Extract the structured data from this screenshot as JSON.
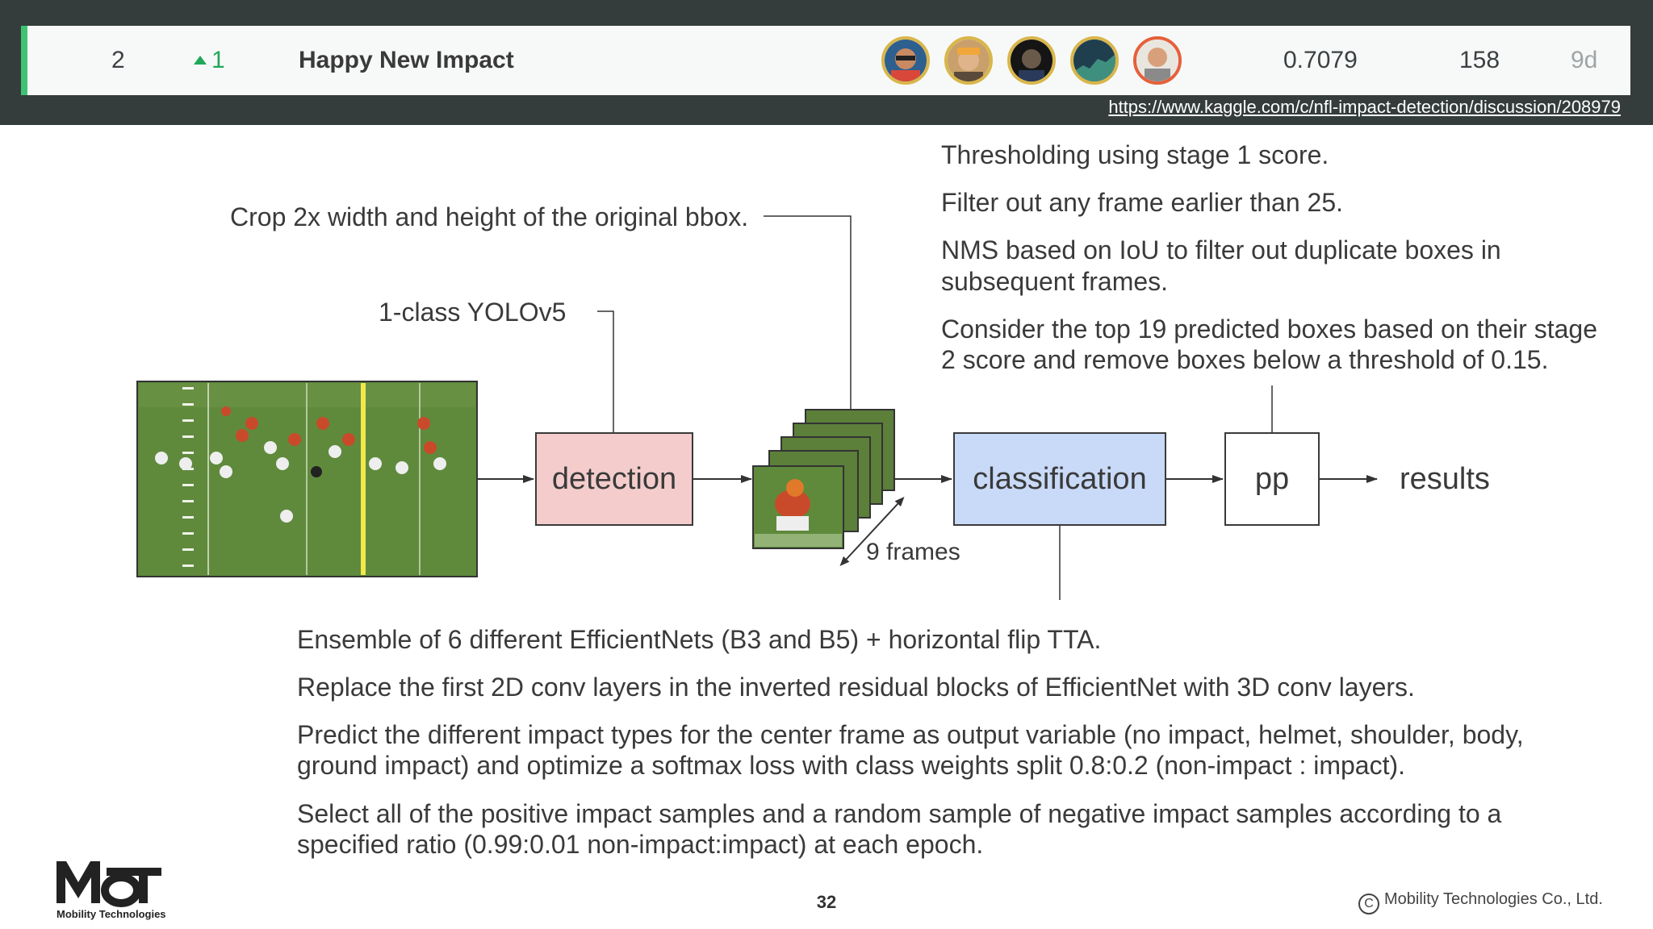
{
  "leaderboard": {
    "rank": "2",
    "change": "1",
    "team": "Happy New Impact",
    "score": "0.7079",
    "entries": "158",
    "last": "9d",
    "members": [
      "avatar-1",
      "avatar-2",
      "avatar-3",
      "avatar-4",
      "avatar-5"
    ]
  },
  "link": "https://www.kaggle.com/c/nfl-impact-detection/discussion/208979",
  "diagram": {
    "crop_note": "Crop 2x width and height of the original bbox.",
    "yolo_note": "1-class YOLOv5",
    "detection": "detection",
    "classification": "classification",
    "pp": "pp",
    "results": "results",
    "frames": "9 frames",
    "pp_notes": [
      "Thresholding using stage 1 score.",
      "Filter out any frame earlier than 25.",
      "NMS based on IoU to filter out duplicate boxes in",
      "subsequent frames.",
      "Consider the top 19 predicted boxes based on their stage",
      "2 score and remove boxes below a threshold of 0.15."
    ],
    "classification_notes": [
      "Ensemble of 6 different EfficientNets (B3 and B5) + horizontal flip TTA.",
      "Replace the first 2D conv layers in the inverted residual blocks of EfficientNet with 3D conv layers.",
      "Predict the different impact types for the center frame as output variable (no impact, helmet, shoulder, body,",
      "ground impact) and optimize a softmax loss with class weights split 0.8:0.2 (non-impact : impact).",
      "Select all of the positive impact samples and a random sample of negative impact samples according to a",
      "specified ratio (0.99:0.01 non-impact:impact) at each epoch."
    ]
  },
  "footer": {
    "page": "32",
    "copyright": "Mobility Technologies Co., Ltd.",
    "logo_mark": "MoT",
    "logo_text": "Mobility Technologies"
  },
  "colors": {
    "banner": "#353d3c",
    "accent_green": "#3fc373",
    "detection_fill": "#f4cccc",
    "classification_fill": "#c9daf8",
    "field_green": "#5f8a3c"
  }
}
